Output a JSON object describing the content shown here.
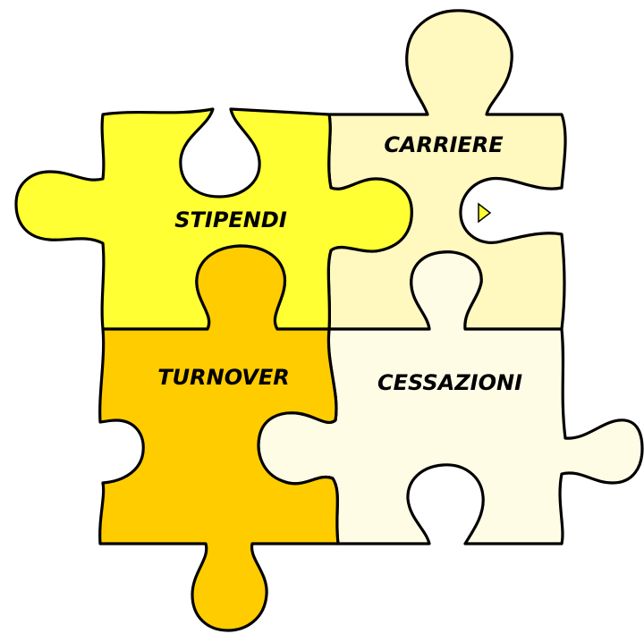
{
  "pieces": {
    "carriere": {
      "label": "CARRIERE",
      "color": "#FFF8BF"
    },
    "stipendi": {
      "label": "STIPENDI",
      "color": "#FFFF33"
    },
    "turnover": {
      "label": "TURNOVER",
      "color": "#FFCC00"
    },
    "cessazioni": {
      "label": "CESSAZIONI",
      "color": "#FFFCE6"
    }
  }
}
